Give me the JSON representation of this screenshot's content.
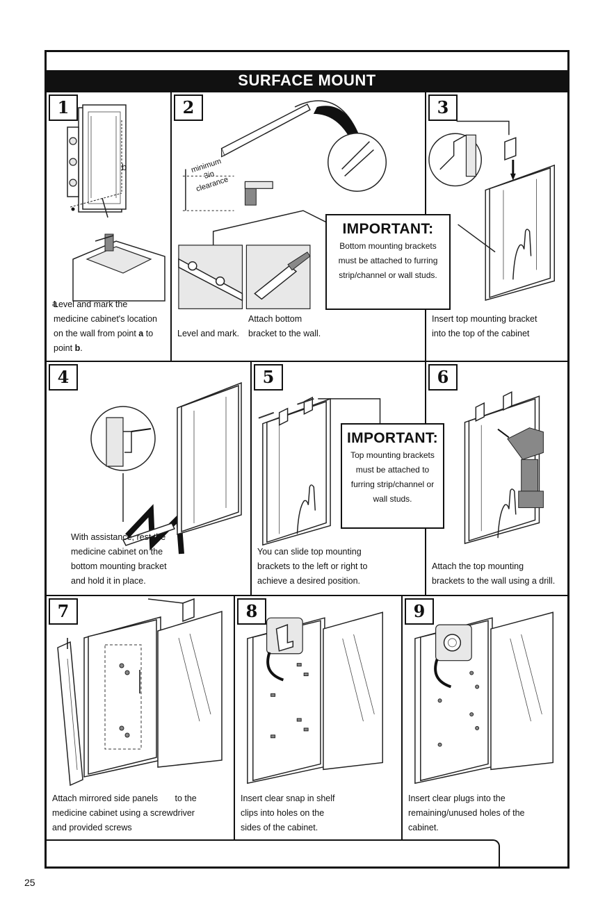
{
  "title": "SURFACE MOUNT",
  "page_number": "25",
  "steps": [
    {
      "num": "1",
      "marker_a": "a",
      "marker_b": "b",
      "lines": [
        "Level and mark the",
        "medicine cabinet's location",
        "on the wall from point",
        "to",
        "point",
        "."
      ],
      "bold": [
        "a",
        "b"
      ]
    },
    {
      "num": "2",
      "clearance": [
        "minimum",
        "3in",
        "clearance"
      ],
      "caption_left": "Level and mark.",
      "caption_right": [
        "Attach bottom",
        "bracket to the wall."
      ],
      "important": {
        "heading": "IMPORTANT:",
        "lines": [
          "Bottom mounting brackets",
          "must be attached to furring",
          "strip/channel or wall studs."
        ]
      }
    },
    {
      "num": "3",
      "lines": [
        "Insert top mounting bracket",
        "into the top of the cabinet"
      ]
    },
    {
      "num": "4",
      "lines": [
        "With assistance, rest the",
        "medicine cabinet on the",
        "bottom mounting bracket",
        "and hold it in place."
      ]
    },
    {
      "num": "5",
      "lines": [
        "You can slide top mounting",
        "brackets to the left or right to",
        "achieve a desired position."
      ],
      "important": {
        "heading": "IMPORTANT:",
        "lines": [
          "Top mounting brackets",
          "must be attached to",
          "furring strip/channel or",
          "wall studs."
        ]
      }
    },
    {
      "num": "6",
      "lines": [
        "Attach the top mounting",
        "brackets to the wall using a drill."
      ]
    },
    {
      "num": "7",
      "lines": [
        "Attach mirrored side panels       to the",
        "medicine cabinet using a screwdriver",
        "and provided screws"
      ]
    },
    {
      "num": "8",
      "lines": [
        "Insert clear snap in shelf",
        "clips into holes on the",
        "sides of the cabinet."
      ]
    },
    {
      "num": "9",
      "lines": [
        "Insert clear plugs into the",
        "remaining/unused holes of the",
        "cabinet."
      ]
    }
  ]
}
